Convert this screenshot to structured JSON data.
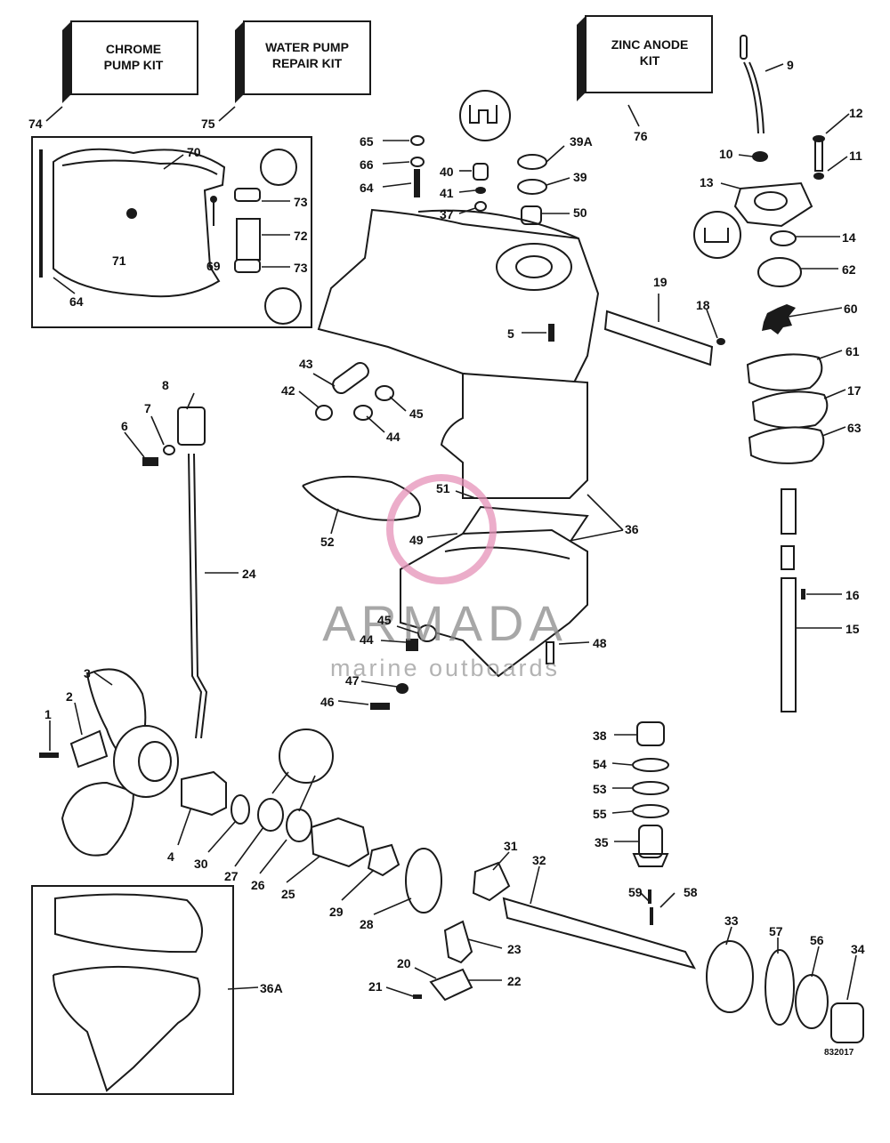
{
  "kits": {
    "chrome_pump": "CHROME|PUMP KIT",
    "water_pump": "WATER PUMP|REPAIR KIT",
    "zinc_anode": "ZINC ANODE|KIT"
  },
  "labels": {
    "p74": "74",
    "p75": "75",
    "p76": "76",
    "p70": "70",
    "p73a": "73",
    "p72": "72",
    "p73b": "73",
    "p71": "71",
    "p69": "69",
    "p64a": "64",
    "p65": "65",
    "p66": "66",
    "p64b": "64",
    "p40": "40",
    "p41": "41",
    "p37": "37",
    "p39A": "39A",
    "p39": "39",
    "p50": "50",
    "p9": "9",
    "p12": "12",
    "p10": "10",
    "p11": "11",
    "p13": "13",
    "p14": "14",
    "p62": "62",
    "p60": "60",
    "p61": "61",
    "p17": "17",
    "p63": "63",
    "p19": "19",
    "p18": "18",
    "p5": "5",
    "p43": "43",
    "p42": "42",
    "p45a": "45",
    "p44a": "44",
    "p8": "8",
    "p7": "7",
    "p6": "6",
    "p51": "51",
    "p52": "52",
    "p49": "49",
    "p36": "36",
    "p24": "24",
    "p16": "16",
    "p15": "15",
    "p45b": "45",
    "p44b": "44",
    "p48": "48",
    "p47": "47",
    "p46": "46",
    "p3": "3",
    "p2": "2",
    "p1": "1",
    "p38": "38",
    "p54": "54",
    "p53": "53",
    "p55": "55",
    "p35": "35",
    "p4": "4",
    "p30": "30",
    "p27": "27",
    "p26": "26",
    "p25": "25",
    "p29": "29",
    "p28": "28",
    "p31": "31",
    "p32": "32",
    "p59": "59",
    "p58": "58",
    "p23": "23",
    "p20": "20",
    "p22": "22",
    "p21": "21",
    "p33": "33",
    "p57": "57",
    "p56": "56",
    "p34": "34",
    "p36A": "36A"
  },
  "watermark": {
    "name": "ARMADA",
    "tagline": "marine outboards",
    "accent_color": "#e592b8"
  },
  "figure_code": "832017"
}
